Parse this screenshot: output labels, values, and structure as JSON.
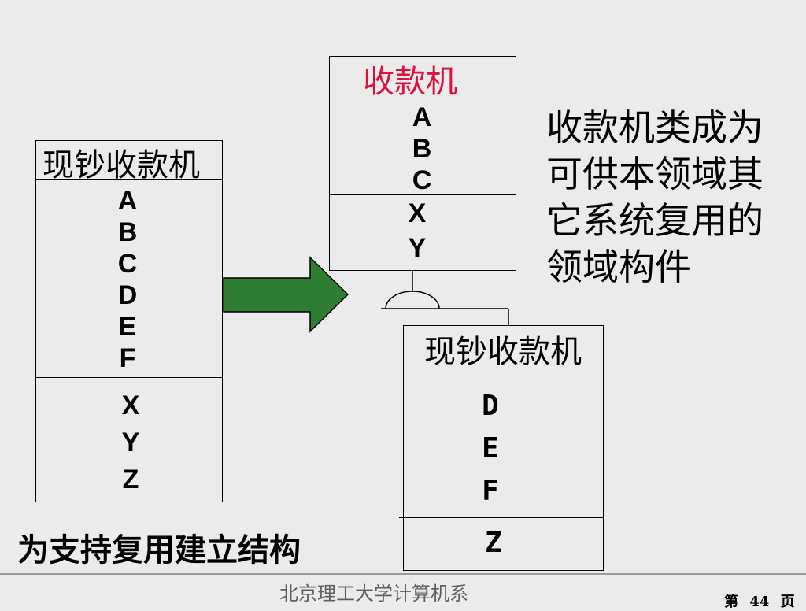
{
  "left_class": {
    "name": "现钞收款机",
    "attributes": [
      "A",
      "B",
      "C",
      "D",
      "E",
      "F"
    ],
    "operations": [
      "X",
      "Y",
      "Z"
    ]
  },
  "top_class": {
    "name": "收款机",
    "attributes": [
      "A",
      "B",
      "C"
    ],
    "operations": [
      "X",
      "Y"
    ]
  },
  "bottom_class": {
    "name": "现钞收款机",
    "attributes": [
      "D",
      "E",
      "F"
    ],
    "operations": [
      "Z"
    ]
  },
  "side_note": [
    "收款机类成为",
    "可供本领域其",
    "它系统复用的",
    "领域构件"
  ],
  "caption": "为支持复用建立结构",
  "footer": {
    "school": "北京理工大学计算机系",
    "page_prefix": "第",
    "page_number": "44",
    "page_suffix": "页"
  },
  "colors": {
    "arrow": "#2e7d32",
    "top_class_title": "#e0103a",
    "background": "#ebebeb"
  }
}
